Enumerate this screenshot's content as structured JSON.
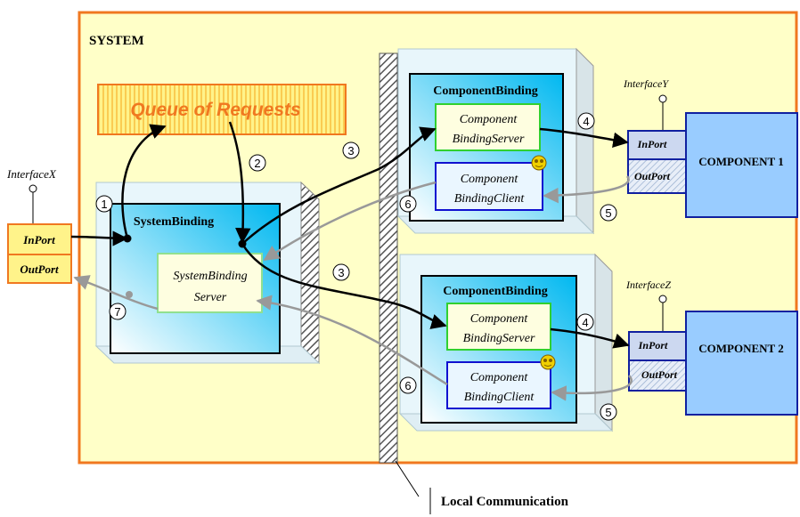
{
  "system": {
    "label": "SYSTEM"
  },
  "queue": {
    "label": "Queue of Requests"
  },
  "interface_x": {
    "label": "InterfaceX",
    "inport": "InPort",
    "outport": "OutPort"
  },
  "system_binding": {
    "title": "SystemBinding",
    "server_line1": "SystemBinding",
    "server_line2": "Server"
  },
  "component_binding_1": {
    "title": "ComponentBinding",
    "server_line1": "Component",
    "server_line2": "BindingServer",
    "client_line1": "Component",
    "client_line2": "BindingClient"
  },
  "component_binding_2": {
    "title": "ComponentBinding",
    "server_line1": "Component",
    "server_line2": "BindingServer",
    "client_line1": "Component",
    "client_line2": "BindingClient"
  },
  "component_1": {
    "label": "COMPONENT 1",
    "interface": "InterfaceY",
    "inport": "InPort",
    "outport": "OutPort"
  },
  "component_2": {
    "label": "COMPONENT 2",
    "interface": "InterfaceZ",
    "inport": "InPort",
    "outport": "OutPort"
  },
  "steps": [
    "1",
    "2",
    "3",
    "3",
    "4",
    "4",
    "5",
    "5",
    "6",
    "6",
    "7"
  ],
  "local_communication": {
    "label": "Local Communication"
  },
  "colors": {
    "system_fill": "#ffffc8",
    "system_border": "#f07820",
    "queue_text": "#f07820",
    "binding_gradient_start": "#00b8f0",
    "binding_gradient_end": "#ffffff",
    "server_border": "#30d030",
    "client_border": "#1010d0",
    "component_fill": "#99ccff",
    "request_arrow": "#000000",
    "response_arrow": "#999999"
  }
}
